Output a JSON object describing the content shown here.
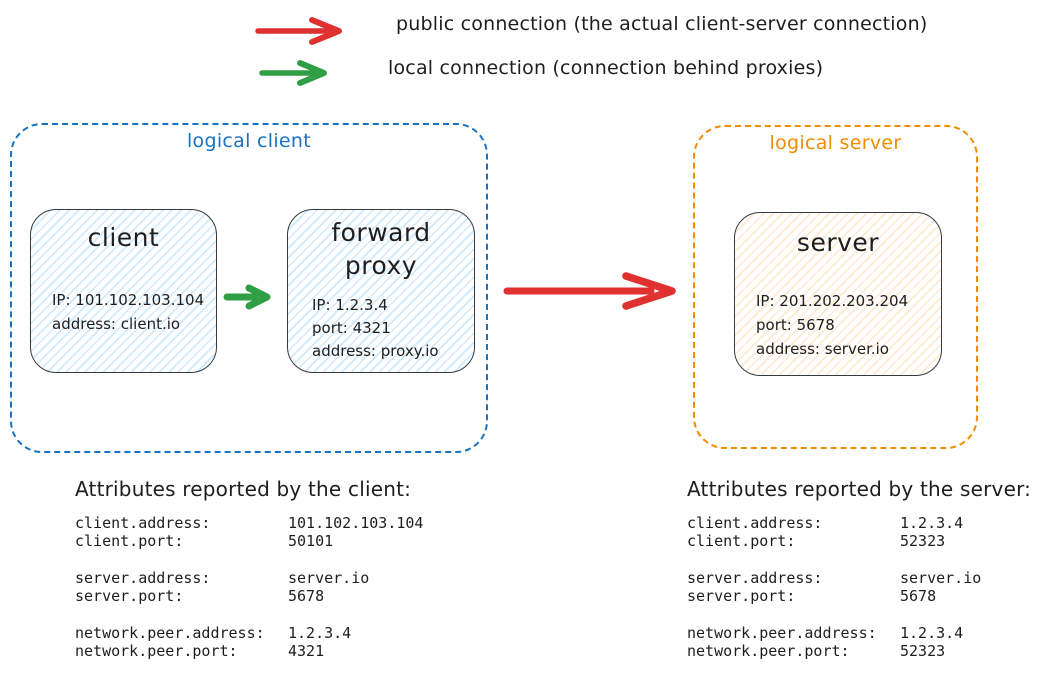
{
  "colors": {
    "red": "#e03131",
    "green": "#2f9e44",
    "blue": "#1971c2",
    "orange": "#f08c00",
    "ink": "#1e1e1e"
  },
  "legend": {
    "public_label": "public connection (the actual client-server connection)",
    "local_label": "local connection (connection behind proxies)"
  },
  "logical_client": {
    "label": "logical client",
    "client_node": {
      "title": "client",
      "lines": [
        "IP: 101.102.103.104",
        "address: client.io"
      ]
    },
    "forward_proxy_node": {
      "title_lines": [
        "forward",
        "proxy"
      ],
      "lines": [
        "IP: 1.2.3.4",
        "port: 4321",
        "address: proxy.io"
      ]
    }
  },
  "logical_server": {
    "label": "logical server",
    "server_node": {
      "title": "server",
      "lines": [
        "IP: 201.202.203.204",
        "port: 5678",
        "address: server.io"
      ]
    }
  },
  "client_report": {
    "heading": "Attributes reported by the client:",
    "rows": [
      {
        "key": "client.address:",
        "value": "101.102.103.104"
      },
      {
        "key": "client.port:",
        "value": "50101"
      },
      {
        "key": "server.address:",
        "value": "server.io"
      },
      {
        "key": "server.port:",
        "value": "5678"
      },
      {
        "key": "network.peer.address:",
        "value": "1.2.3.4"
      },
      {
        "key": "network.peer.port:",
        "value": "4321"
      }
    ]
  },
  "server_report": {
    "heading": "Attributes reported by the server:",
    "rows": [
      {
        "key": "client.address:",
        "value": "1.2.3.4"
      },
      {
        "key": "client.port:",
        "value": "52323"
      },
      {
        "key": "server.address:",
        "value": "server.io"
      },
      {
        "key": "server.port:",
        "value": "5678"
      },
      {
        "key": "network.peer.address:",
        "value": "1.2.3.4"
      },
      {
        "key": "network.peer.port:",
        "value": "52323"
      }
    ]
  }
}
